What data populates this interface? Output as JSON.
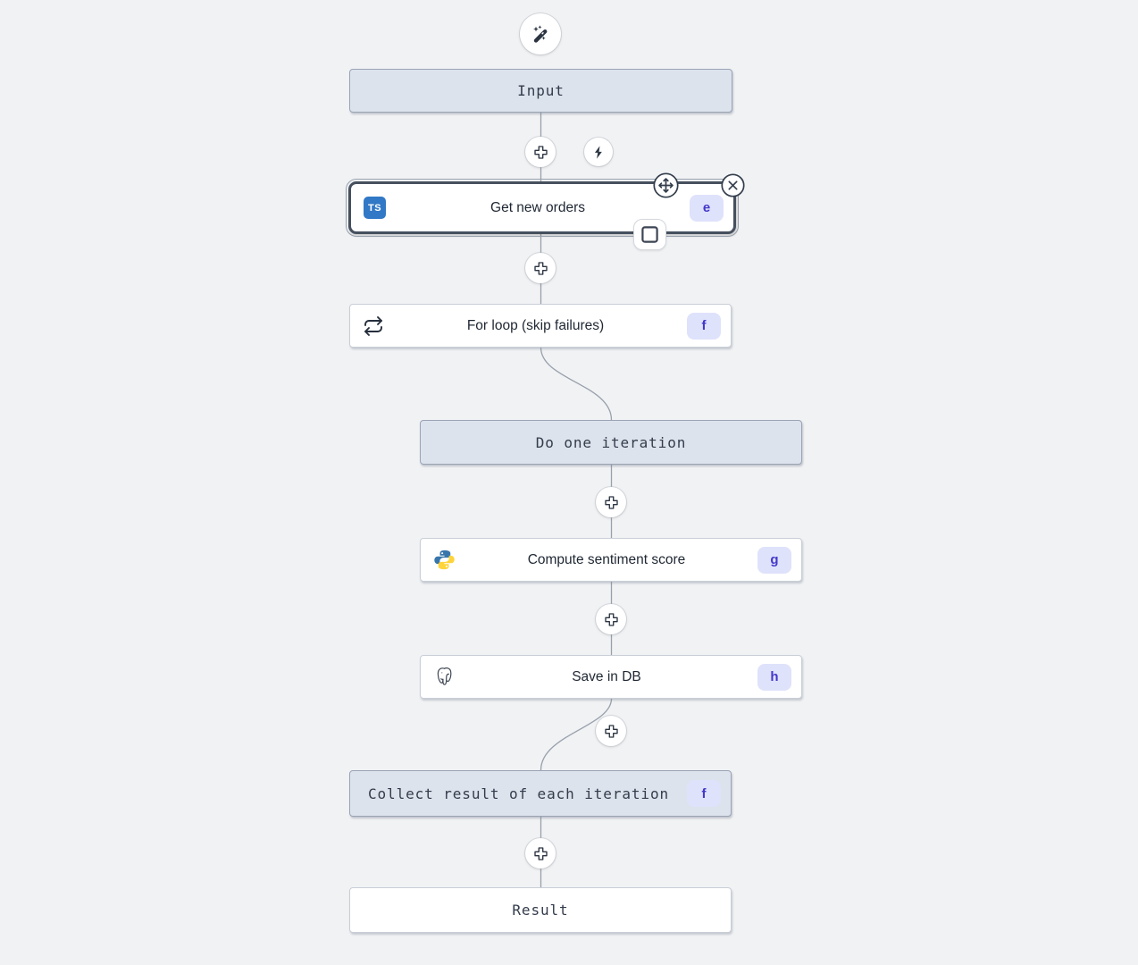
{
  "app": {
    "surface": "flow-builder-canvas"
  },
  "toolbar": {
    "ai_builder_icon": "wand-sparkles-icon"
  },
  "nodes": [
    {
      "key": "input",
      "label": "Input",
      "style": "gray"
    },
    {
      "key": "get_new_orders",
      "label": "Get new orders",
      "badge": "e",
      "icon": "typescript-icon",
      "icon_text": "TS",
      "selected": true
    },
    {
      "key": "for_loop",
      "label": "For loop (skip failures)",
      "badge": "f",
      "icon": "repeat-icon"
    },
    {
      "key": "do_one_iteration",
      "label": "Do one iteration",
      "style": "gray"
    },
    {
      "key": "compute_sentiment_score",
      "label": "Compute sentiment score",
      "badge": "g",
      "icon": "python-icon"
    },
    {
      "key": "save_in_db",
      "label": "Save in DB",
      "badge": "h",
      "icon": "postgresql-icon"
    },
    {
      "key": "collect_results",
      "label": "Collect result of each iteration",
      "badge": "f",
      "style": "gray"
    },
    {
      "key": "result",
      "label": "Result",
      "style": "white"
    }
  ],
  "colors": {
    "canvas_bg": "#f1f2f4",
    "module_bg": "#dde3ed",
    "module_border": "#9aa4b4",
    "white_node_border": "#c9ced6",
    "selected_border": "#46505e",
    "badge_bg": "#dfe2fb",
    "badge_text": "#4338ca",
    "typescript_blue": "#3178c6",
    "edge_line": "#98a0ab",
    "icon_dark": "#2c3542"
  }
}
